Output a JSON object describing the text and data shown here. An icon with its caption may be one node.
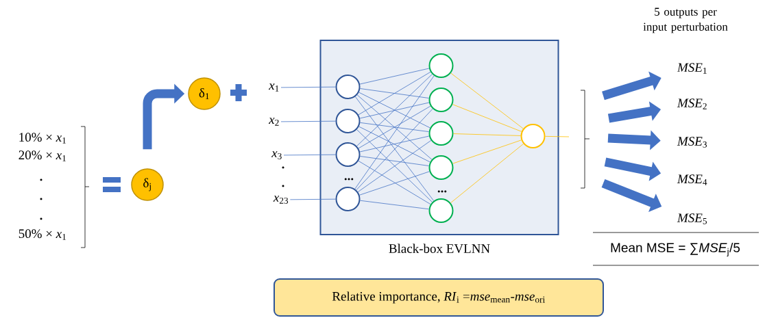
{
  "diagram": {
    "nodes": [
      {
        "text": [
          "δ$_{1}$"
        ]
      },
      {
        "text": [
          "δ$_{j}$"
        ]
      },
      {
        "text": [
          "*x*$_{1}$"
        ]
      },
      {
        "text": [
          "*x*$_{2}$"
        ]
      },
      {
        "text": [
          "*x*$_{3}$"
        ]
      },
      {
        "text": [
          "*x*$_{23}$"
        ]
      },
      {
        "text": [
          "Black-box EVLNN"
        ]
      },
      {
        "text": [],
        "shape": "circle",
        "in": 6
      },
      {
        "text": [],
        "shape": "circle",
        "in": 6
      },
      {
        "text": [],
        "shape": "circle",
        "in": 6
      },
      {
        "text": [],
        "shape": "circle",
        "in": 6
      },
      {
        "text": [],
        "shape": "circle",
        "in": 6
      },
      {
        "text": [],
        "shape": "circle",
        "in": 6
      },
      {
        "text": [],
        "shape": "circle",
        "in": 6
      },
      {
        "text": [],
        "shape": "circle",
        "in": 6
      },
      {
        "text": [],
        "shape": "circle",
        "in": 6
      },
      {
        "text": [],
        "shape": "circle",
        "in": 6
      },
      {
        "text": [
          "*MSE*$_{1}$"
        ]
      },
      {
        "text": [
          "*MSE*$_{2}$"
        ]
      },
      {
        "text": [
          "*MSE*$_{3}$"
        ]
      },
      {
        "text": [
          "*MSE*$_{4}$"
        ]
      },
      {
        "text": [
          "*MSE*$_{5}$"
        ]
      },
      {
        "text": [
          "Relative importance, *RI*$_{i}$ =*mse*$_{mean}$-*mse*$_{ori}$"
        ]
      }
    ],
    "edges": [
      {
        "from": 1,
        "to": 0,
        "arrow": "to",
        "style": "thick"
      },
      {
        "from": 2,
        "to": 7,
        "arrow": "none"
      },
      {
        "from": 3,
        "to": 8,
        "arrow": "none"
      },
      {
        "from": 4,
        "to": 9,
        "arrow": "none"
      },
      {
        "from": 5,
        "to": 10,
        "arrow": "none"
      },
      {
        "from": 7,
        "to": 11,
        "arrow": "none"
      },
      {
        "from": 7,
        "to": 12,
        "arrow": "none"
      },
      {
        "from": 7,
        "to": 13,
        "arrow": "none"
      },
      {
        "from": 7,
        "to": 14,
        "arrow": "none"
      },
      {
        "from": 7,
        "to": 15,
        "arrow": "none"
      },
      {
        "from": 8,
        "to": 11,
        "arrow": "none"
      },
      {
        "from": 8,
        "to": 12,
        "arrow": "none"
      },
      {
        "from": 8,
        "to": 13,
        "arrow": "none"
      },
      {
        "from": 8,
        "to": 14,
        "arrow": "none"
      },
      {
        "from": 8,
        "to": 15,
        "arrow": "none"
      },
      {
        "from": 9,
        "to": 11,
        "arrow": "none"
      },
      {
        "from": 9,
        "to": 12,
        "arrow": "none"
      },
      {
        "from": 9,
        "to": 13,
        "arrow": "none"
      },
      {
        "from": 9,
        "to": 14,
        "arrow": "none"
      },
      {
        "from": 9,
        "to": 15,
        "arrow": "none"
      },
      {
        "from": 10,
        "to": 11,
        "arrow": "none"
      },
      {
        "from": 10,
        "to": 12,
        "arrow": "none"
      },
      {
        "from": 10,
        "to": 13,
        "arrow": "none"
      },
      {
        "from": 10,
        "to": 14,
        "arrow": "none"
      },
      {
        "from": 10,
        "to": 15,
        "arrow": "none"
      },
      {
        "from": 11,
        "to": 16,
        "arrow": "none",
        "color": "#ffc000"
      },
      {
        "from": 12,
        "to": 16,
        "arrow": "none",
        "color": "#ffc000"
      },
      {
        "from": 13,
        "to": 16,
        "arrow": "none",
        "color": "#ffc000"
      },
      {
        "from": 14,
        "to": 16,
        "arrow": "none",
        "color": "#ffc000"
      },
      {
        "from": 15,
        "to": 16,
        "arrow": "none",
        "color": "#ffc000"
      },
      {
        "from": 16,
        "to": null,
        "arrow": "none",
        "color": "#ffc000"
      },
      {
        "from": null,
        "to": 17,
        "arrow": "to",
        "style": "thick"
      },
      {
        "from": null,
        "to": 18,
        "arrow": "to",
        "style": "thick"
      },
      {
        "from": null,
        "to": 19,
        "arrow": "to",
        "style": "thick"
      },
      {
        "from": null,
        "to": 20,
        "arrow": "to",
        "style": "thick"
      },
      {
        "from": null,
        "to": 21,
        "arrow": "to",
        "style": "thick"
      }
    ],
    "labels": [
      "10% × *x*$_{1}$",
      "20% × *x*$_{1}$",
      ".",
      ".",
      ".",
      "50% × *x*$_{1}$",
      ".",
      ".",
      "...",
      "...",
      "5 outputs per input perturbation",
      "Mean MSE = ∑*MSE*$_{j}$/5"
    ]
  }
}
